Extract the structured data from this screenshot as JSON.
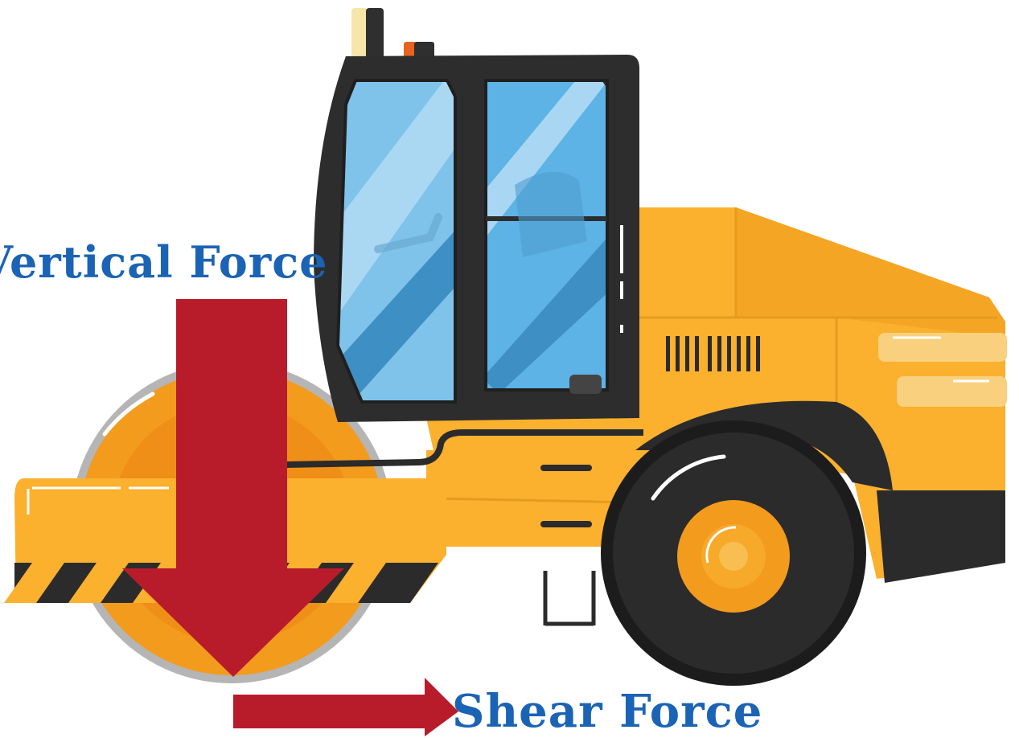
{
  "labels": {
    "vertical_force": "Vertical Force",
    "shear_force": "Shear Force"
  },
  "colors": {
    "label_text": "#1b63b4",
    "arrow": "#b81c2b",
    "body_yellow": "#fbb02e",
    "drum_orange": "#f39b1d",
    "cab_frame": "#2d2d2d",
    "glass_blue": "#4aa8e0",
    "tire": "#262626"
  },
  "icons": [
    "road-roller-illustration",
    "vertical-force-arrow",
    "shear-force-arrow"
  ]
}
